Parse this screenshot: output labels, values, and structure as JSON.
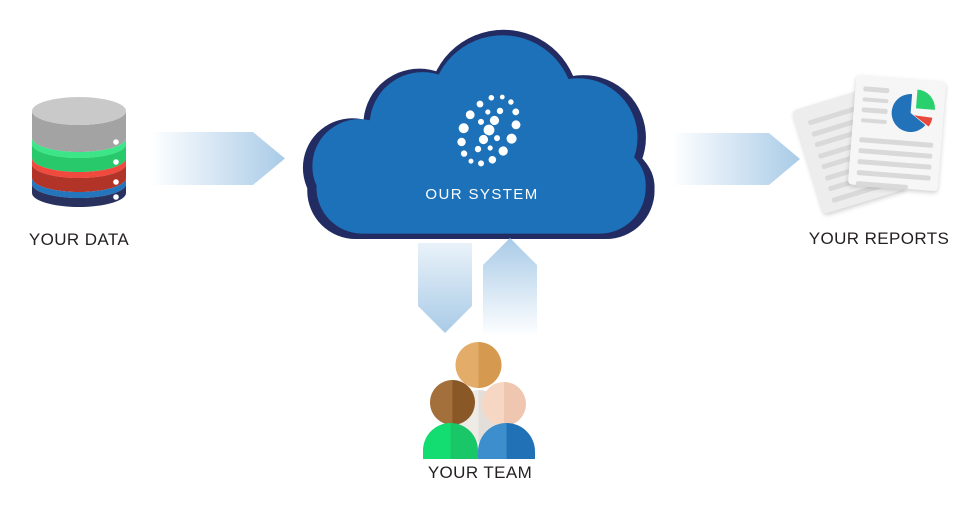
{
  "diagram": {
    "title": "Data flow diagram",
    "nodes": {
      "your_data": {
        "label": "YOUR DATA",
        "icon": "database-icon"
      },
      "our_system": {
        "label": "OUR SYSTEM",
        "icon": "cloud-icon",
        "logo": "dotted-spiral-logo-icon"
      },
      "your_reports": {
        "label": "YOUR REPORTS",
        "icon": "documents-pie-chart-icon"
      },
      "your_team": {
        "label": "YOUR TEAM",
        "icon": "people-group-icon"
      }
    },
    "connections": [
      {
        "from": "your_data",
        "to": "our_system",
        "icon": "arrow-right-icon"
      },
      {
        "from": "our_system",
        "to": "your_reports",
        "icon": "arrow-right-icon"
      },
      {
        "from": "our_system",
        "to": "your_team",
        "icon": "arrow-down-icon"
      },
      {
        "from": "your_team",
        "to": "our_system",
        "icon": "arrow-up-icon"
      }
    ]
  },
  "palette": {
    "background": "#ffffff",
    "label_text": "#231f20",
    "cloud_blue": "#1d71b8",
    "cloud_shadow_navy": "#232c62",
    "cloud_text": "#ffffff",
    "logo_dots": "#ffffff",
    "arrow_light": "#fdfeff",
    "arrow_blue": "#a9cbe7",
    "db_gray_top": "#c9c9c9",
    "db_gray_side": "#a3a3a3",
    "db_green_light": "#3ce588",
    "db_green": "#27c96a",
    "db_red_light": "#f04a3e",
    "db_red": "#b23327",
    "db_blue": "#2475bb",
    "db_navy": "#29325f",
    "db_dot": "#ffffff",
    "page_front": "#f6f6f6",
    "page_back": "#ededed",
    "page_line": "#d9d9d9",
    "pie_blue": "#2272b9",
    "pie_green": "#29d06e",
    "pie_red": "#e8493c",
    "head_back_left": "#e3ac68",
    "head_back_right": "#d59a4f",
    "body_back_left": "#eeeae6",
    "body_back_right": "#e3ded9",
    "head_left_left": "#a36f3a",
    "head_left_right": "#8a5726",
    "body_left_left": "#13dc70",
    "body_left_right": "#19c768",
    "head_right_left": "#f5d7c4",
    "head_right_right": "#efc6af",
    "body_right_left": "#3c8ecd",
    "body_right_right": "#2071b5"
  }
}
